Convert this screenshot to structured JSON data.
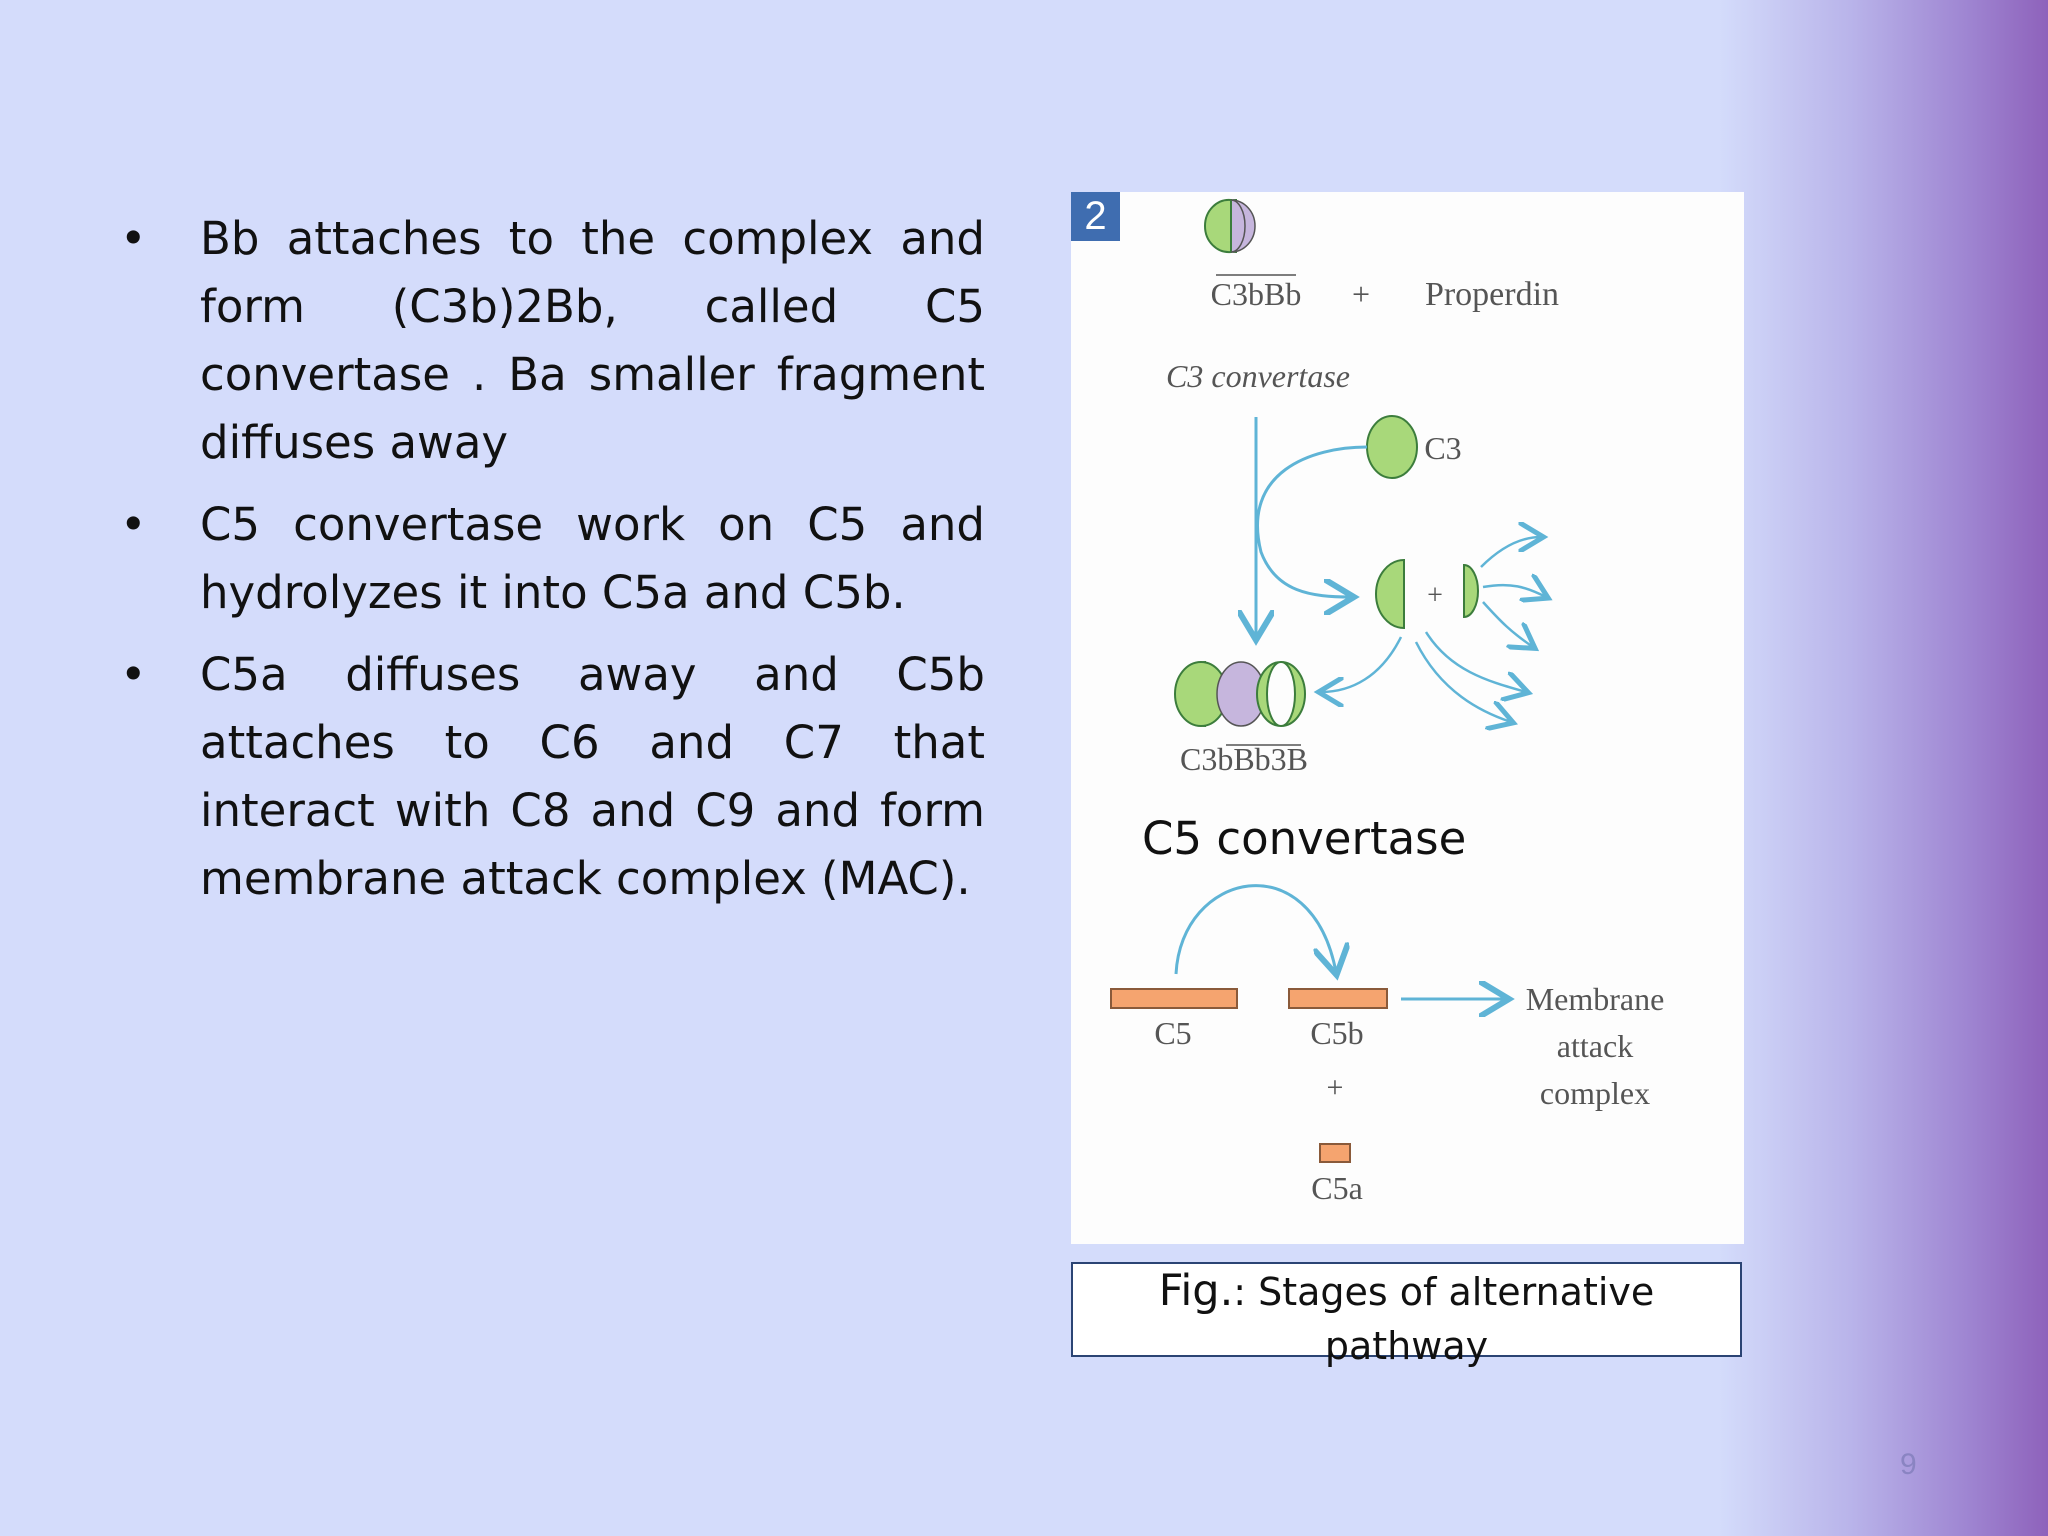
{
  "slide": {
    "bullets": [
      {
        "text": "Bb attaches to the complex and form (C3b)2Bb, called C5 convertase . Ba smaller fragment diffuses away"
      },
      {
        "text": "C5 convertase work on C5 and hydrolyzes it into C5a and C5b."
      },
      {
        "text": "C5a diffuses away and C5b attaches to C6 and C7 that interact with C8 and C9 and form membrane attack complex (MAC)."
      }
    ],
    "bullet_symbol": "•",
    "page_number": "9"
  },
  "figure": {
    "badge": "2",
    "labels": {
      "c3bbb": "C3bBb",
      "plus_top": "+",
      "properdin": "Properdin",
      "c3_convertase": "C3 convertase",
      "c3": "C3",
      "plus_mid": "+",
      "c3bbb3b": "C3bBb3B",
      "c5_convertase": "C5 convertase",
      "c5": "C5",
      "c5b": "C5b",
      "plus_bottom": "+",
      "c5a": "C5a",
      "mac_line1": "Membrane",
      "mac_line2": "attack",
      "mac_line3": "complex"
    },
    "colors": {
      "green": "#a8d87a",
      "purple": "#c6b6dd",
      "arrow": "#5fb4d6",
      "orange": "#f5a46f"
    }
  },
  "caption": {
    "prefix": "Fig.",
    "text": ": Stages of alternative pathway"
  }
}
